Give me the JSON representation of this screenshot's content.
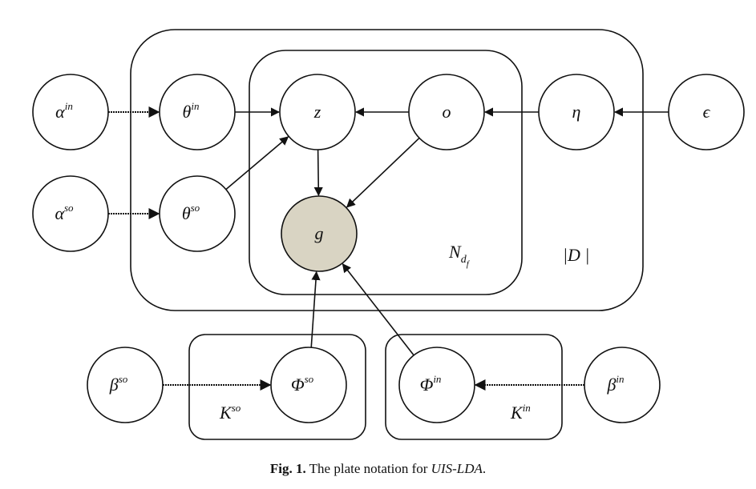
{
  "diagram": {
    "nodes": [
      {
        "id": "alpha_in",
        "base": "α",
        "sup": "in",
        "shaded": false
      },
      {
        "id": "theta_in",
        "base": "θ",
        "sup": "in",
        "shaded": false
      },
      {
        "id": "z",
        "base": "z",
        "sup": "",
        "shaded": false
      },
      {
        "id": "o",
        "base": "o",
        "sup": "",
        "shaded": false
      },
      {
        "id": "eta",
        "base": "η",
        "sup": "",
        "shaded": false
      },
      {
        "id": "epsilon",
        "base": "ϵ",
        "sup": "",
        "shaded": false
      },
      {
        "id": "alpha_so",
        "base": "α",
        "sup": "so",
        "shaded": false
      },
      {
        "id": "theta_so",
        "base": "θ",
        "sup": "so",
        "shaded": false
      },
      {
        "id": "g",
        "base": "g",
        "sup": "",
        "shaded": true
      },
      {
        "id": "beta_so",
        "base": "β",
        "sup": "so",
        "shaded": false
      },
      {
        "id": "phi_so",
        "base": "Φ",
        "sup": "so",
        "shaded": false
      },
      {
        "id": "phi_in",
        "base": "Φ",
        "sup": "in",
        "shaded": false
      },
      {
        "id": "beta_in",
        "base": "β",
        "sup": "in",
        "shaded": false
      }
    ],
    "edges": [
      {
        "from": "alpha_in",
        "to": "theta_in",
        "style": "dotted"
      },
      {
        "from": "theta_in",
        "to": "z",
        "style": "solid"
      },
      {
        "from": "o",
        "to": "z",
        "style": "solid"
      },
      {
        "from": "eta",
        "to": "o",
        "style": "solid"
      },
      {
        "from": "epsilon",
        "to": "eta",
        "style": "solid"
      },
      {
        "from": "alpha_so",
        "to": "theta_so",
        "style": "dotted"
      },
      {
        "from": "theta_so",
        "to": "z",
        "style": "solid"
      },
      {
        "from": "z",
        "to": "g",
        "style": "solid"
      },
      {
        "from": "o",
        "to": "g",
        "style": "solid"
      },
      {
        "from": "phi_so",
        "to": "g",
        "style": "solid"
      },
      {
        "from": "phi_in",
        "to": "g",
        "style": "solid"
      },
      {
        "from": "beta_so",
        "to": "phi_so",
        "style": "dotted"
      },
      {
        "from": "beta_in",
        "to": "phi_in",
        "style": "dotted"
      }
    ],
    "plates": {
      "outer": {
        "label": "|D |"
      },
      "inner": {
        "label": "N",
        "sub": "d",
        "subsub": "f"
      },
      "k_so": {
        "label": "K",
        "sup": "so"
      },
      "k_in": {
        "label": "K",
        "sup": "in"
      }
    },
    "colors": {
      "stroke": "#111111",
      "shaded_fill": "#d9d4c3",
      "background": "#ffffff"
    }
  },
  "caption": {
    "fig": "Fig. 1.",
    "text": " The plate notation for ",
    "model": "UIS-LDA",
    "end": "."
  }
}
